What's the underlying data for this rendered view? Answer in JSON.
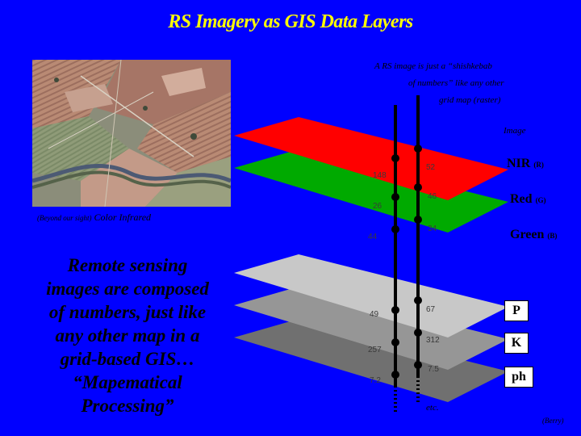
{
  "title": "RS Imagery as GIS Data Layers",
  "caption": {
    "line1": "A RS image is just a “shishkebab",
    "line2": "of numbers” like any other",
    "line3": "grid map (raster)"
  },
  "image_label": "Image",
  "aerial_photo": {
    "name": "color-infrared aerial photograph"
  },
  "cir_label": {
    "prefix": "(Beyond our sight)",
    "main": "Color  Infrared"
  },
  "main_text": {
    "l1": "Remote sensing",
    "l2": "images are composed",
    "l3": "of numbers, just like",
    "l4": "any other map in a",
    "l5": "grid-based GIS…",
    "l6": "“Mapematical",
    "l7": "Processing”"
  },
  "layers": [
    {
      "name": "NIR",
      "sub": "(R)",
      "color": "#ff0000",
      "left_value": "148",
      "right_value": "52"
    },
    {
      "name": "Red",
      "sub": "(G)",
      "color": "#00aa00",
      "left_value": "26",
      "right_value": "46"
    },
    {
      "name": "Green",
      "sub": "(B)",
      "color": "#0000ff",
      "left_value": "44",
      "right_value": "34"
    },
    {
      "name": "P",
      "sub": "",
      "color": "#c8c8c8",
      "left_value": "49",
      "right_value": "67"
    },
    {
      "name": "K",
      "sub": "",
      "color": "#969696",
      "left_value": "257",
      "right_value": "312"
    },
    {
      "name": "ph",
      "sub": "",
      "color": "#707070",
      "left_value": "7.2",
      "right_value": "7.5"
    }
  ],
  "etc": "etc.",
  "credit": "(Berry)"
}
